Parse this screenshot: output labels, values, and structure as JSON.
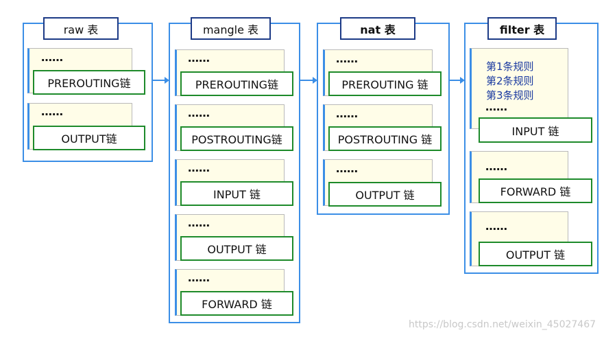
{
  "tables": [
    {
      "title": "raw 表",
      "chains": [
        {
          "dots": "……",
          "label": "PREROUTING链"
        },
        {
          "dots": "……",
          "label": "OUTPUT链"
        }
      ]
    },
    {
      "title": "mangle 表",
      "chains": [
        {
          "dots": "……",
          "label": "PREROUTING链"
        },
        {
          "dots": "……",
          "label": "POSTROUTING链"
        },
        {
          "dots": "……",
          "label": "INPUT 链"
        },
        {
          "dots": "……",
          "label": "OUTPUT 链"
        },
        {
          "dots": "……",
          "label": "FORWARD 链"
        }
      ]
    },
    {
      "title": "nat 表",
      "chains": [
        {
          "dots": "……",
          "label": "PREROUTING 链"
        },
        {
          "dots": "……",
          "label": "POSTROUTING 链"
        },
        {
          "dots": "……",
          "label": "OUTPUT 链"
        }
      ]
    },
    {
      "title": "filter 表",
      "rules": [
        "第1条规则",
        "第2条规则",
        "第3条规则"
      ],
      "chains": [
        {
          "dots": "……",
          "label": "INPUT 链"
        },
        {
          "dots": "……",
          "label": "FORWARD 链"
        },
        {
          "dots": "……",
          "label": "OUTPUT 链"
        }
      ]
    }
  ],
  "watermark": "https://blog.csdn.net/weixin_45027467",
  "colors": {
    "table_border": "#3b8ee6",
    "title_border": "#1c3a86",
    "chain_border": "#1d8a2a",
    "rule_fill": "#fffde8",
    "rule_text": "#1a3aa0"
  }
}
